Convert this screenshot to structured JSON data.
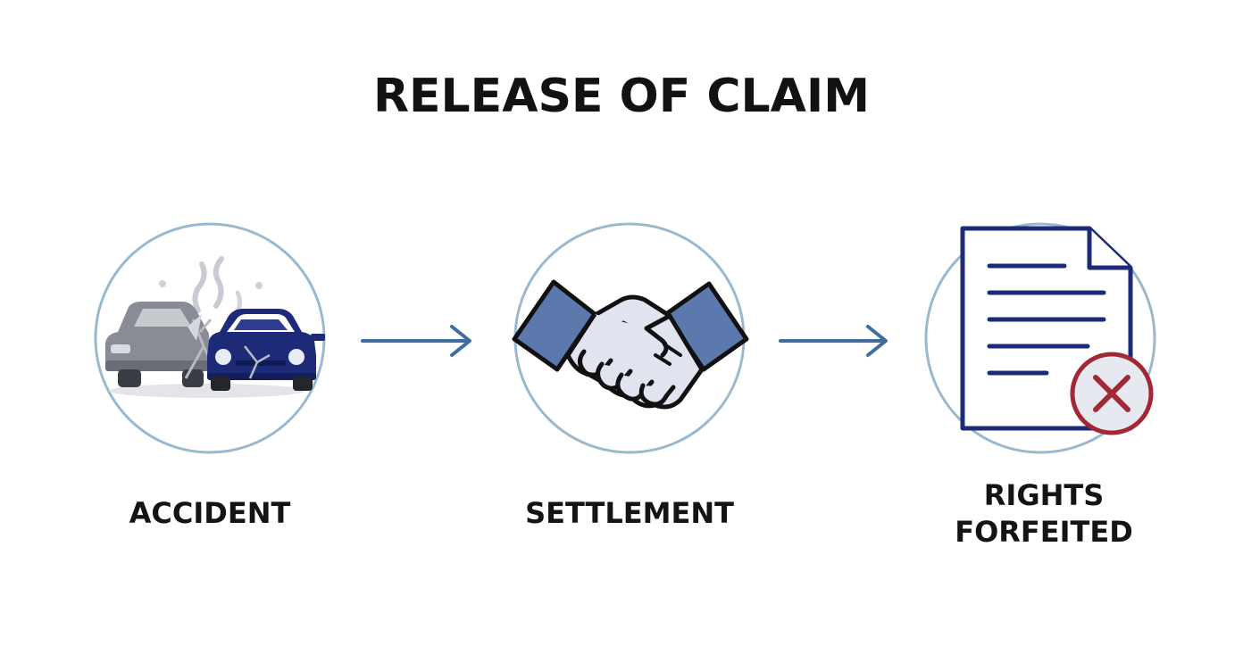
{
  "title": "RELEASE OF CLAIM",
  "steps": [
    {
      "label": "ACCIDENT",
      "icon": "car-crash-icon"
    },
    {
      "label": "SETTLEMENT",
      "icon": "handshake-icon"
    },
    {
      "label_line1": "RIGHTS",
      "label_line2": "FORFEITED",
      "icon": "document-cancel-icon"
    }
  ],
  "colors": {
    "circle_outline": "#9ab9cf",
    "arrow": "#3f6e9e",
    "navy": "#1d2a78",
    "slate_blue": "#5b79ad",
    "gray_car": "#7b7d86",
    "red_x": "#a32835"
  }
}
